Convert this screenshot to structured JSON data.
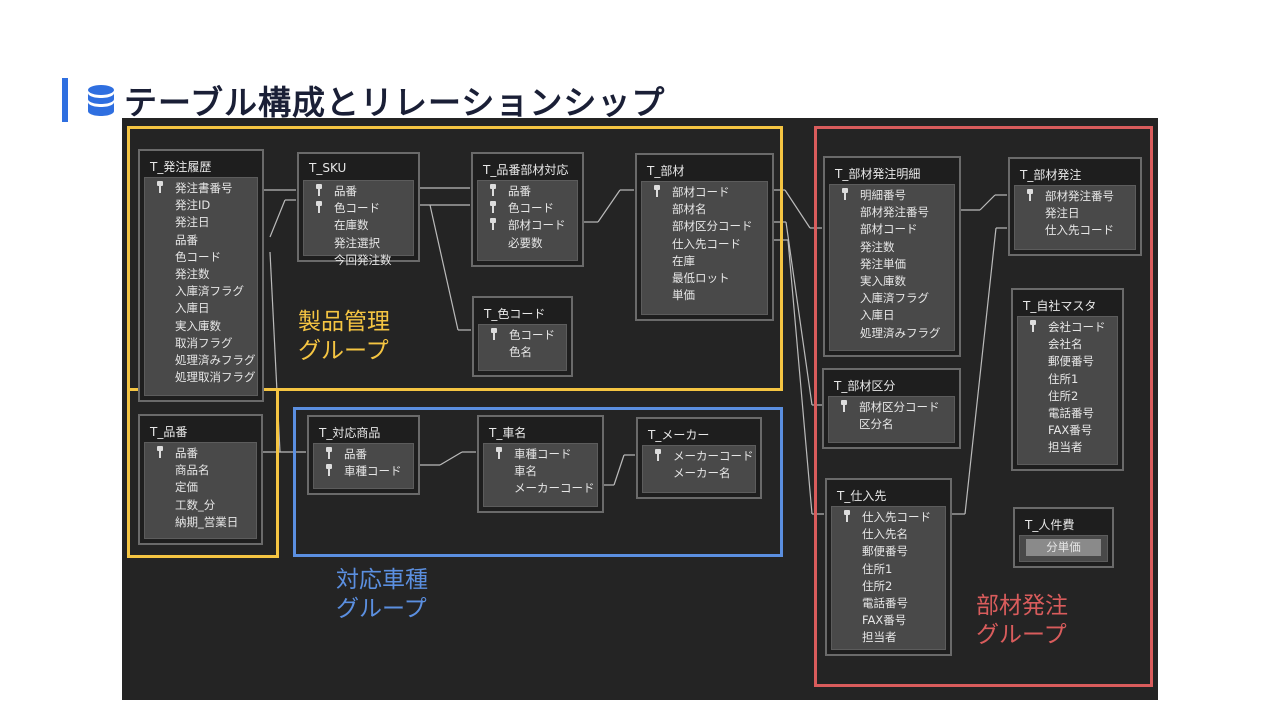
{
  "header": {
    "title": "テーブル構成とリレーションシップ",
    "icon": "database-icon",
    "accent": "#2f6fe0"
  },
  "groups": [
    {
      "id": "product",
      "label": "製品管理\nグループ",
      "color": "#f5c542"
    },
    {
      "id": "vehicle",
      "label": "対応車種\nグループ",
      "color": "#5b8fe0"
    },
    {
      "id": "parts",
      "label": "部材発注\nグループ",
      "color": "#d95c5c"
    }
  ],
  "tables": [
    {
      "id": "hachu-rireki",
      "name": "T_発注履歴",
      "fields": [
        {
          "n": "発注書番号",
          "k": true
        },
        {
          "n": "発注ID"
        },
        {
          "n": "発注日"
        },
        {
          "n": "品番"
        },
        {
          "n": "色コード"
        },
        {
          "n": "発注数"
        },
        {
          "n": "入庫済フラグ"
        },
        {
          "n": "入庫日"
        },
        {
          "n": "実入庫数"
        },
        {
          "n": "取消フラグ"
        },
        {
          "n": "処理済みフラグ"
        },
        {
          "n": "処理取消フラグ"
        }
      ]
    },
    {
      "id": "sku",
      "name": "T_SKU",
      "fields": [
        {
          "n": "品番",
          "k": true
        },
        {
          "n": "色コード",
          "k": true
        },
        {
          "n": "在庫数"
        },
        {
          "n": "発注選択"
        },
        {
          "n": "今回発注数"
        }
      ]
    },
    {
      "id": "hinban-buzai",
      "name": "T_品番部材対応",
      "fields": [
        {
          "n": "品番",
          "k": true
        },
        {
          "n": "色コード",
          "k": true
        },
        {
          "n": "部材コード",
          "k": true
        },
        {
          "n": "必要数"
        }
      ]
    },
    {
      "id": "iro",
      "name": "T_色コード",
      "fields": [
        {
          "n": "色コード",
          "k": true
        },
        {
          "n": "色名"
        }
      ]
    },
    {
      "id": "buzai",
      "name": "T_部材",
      "fields": [
        {
          "n": "部材コード",
          "k": true
        },
        {
          "n": "部材名"
        },
        {
          "n": "部材区分コード"
        },
        {
          "n": "仕入先コード"
        },
        {
          "n": "在庫"
        },
        {
          "n": "最低ロット"
        },
        {
          "n": "単価"
        }
      ]
    },
    {
      "id": "hinban",
      "name": "T_品番",
      "fields": [
        {
          "n": "品番",
          "k": true
        },
        {
          "n": "商品名"
        },
        {
          "n": "定価"
        },
        {
          "n": "工数_分"
        },
        {
          "n": "納期_営業日"
        }
      ]
    },
    {
      "id": "taio",
      "name": "T_対応商品",
      "fields": [
        {
          "n": "品番",
          "k": true
        },
        {
          "n": "車種コード",
          "k": true
        }
      ]
    },
    {
      "id": "shamei",
      "name": "T_車名",
      "fields": [
        {
          "n": "車種コード",
          "k": true
        },
        {
          "n": "車名"
        },
        {
          "n": "メーカーコード"
        }
      ]
    },
    {
      "id": "maker",
      "name": "T_メーカー",
      "fields": [
        {
          "n": "メーカーコード",
          "k": true
        },
        {
          "n": "メーカー名"
        }
      ]
    },
    {
      "id": "meisai",
      "name": "T_部材発注明細",
      "fields": [
        {
          "n": "明細番号",
          "k": true
        },
        {
          "n": "部材発注番号"
        },
        {
          "n": "部材コード"
        },
        {
          "n": "発注数"
        },
        {
          "n": "発注単価"
        },
        {
          "n": "実入庫数"
        },
        {
          "n": "入庫済フラグ"
        },
        {
          "n": "入庫日"
        },
        {
          "n": "処理済みフラグ"
        }
      ]
    },
    {
      "id": "kubun",
      "name": "T_部材区分",
      "fields": [
        {
          "n": "部材区分コード",
          "k": true
        },
        {
          "n": "区分名"
        }
      ]
    },
    {
      "id": "shiire",
      "name": "T_仕入先",
      "fields": [
        {
          "n": "仕入先コード",
          "k": true
        },
        {
          "n": "仕入先名"
        },
        {
          "n": "郵便番号"
        },
        {
          "n": "住所1"
        },
        {
          "n": "住所2"
        },
        {
          "n": "電話番号"
        },
        {
          "n": "FAX番号"
        },
        {
          "n": "担当者"
        }
      ]
    },
    {
      "id": "buzai-hachu",
      "name": "T_部材発注",
      "fields": [
        {
          "n": "部材発注番号",
          "k": true
        },
        {
          "n": "発注日"
        },
        {
          "n": "仕入先コード"
        }
      ]
    },
    {
      "id": "jisha",
      "name": "T_自社マスタ",
      "fields": [
        {
          "n": "会社コード",
          "k": true
        },
        {
          "n": "会社名"
        },
        {
          "n": "郵便番号"
        },
        {
          "n": "住所1"
        },
        {
          "n": "住所2"
        },
        {
          "n": "電話番号"
        },
        {
          "n": "FAX番号"
        },
        {
          "n": "担当者"
        }
      ]
    },
    {
      "id": "jinkenhi",
      "name": "T_人件費",
      "fields": [
        {
          "n": "分単価",
          "hl": true
        }
      ]
    }
  ]
}
